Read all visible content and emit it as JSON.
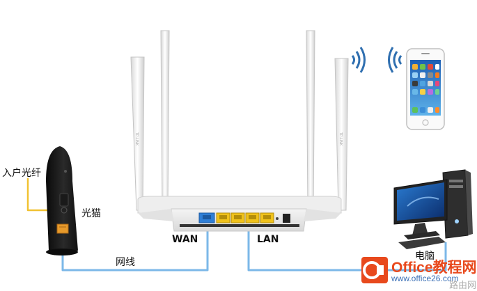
{
  "labels": {
    "fiber_in": "入户光纤",
    "modem": "光猫",
    "cable": "网线",
    "wan": "WAN",
    "lan": "LAN",
    "computer": "电脑"
  },
  "watermark": {
    "title": "Office教程网",
    "url": "www.office26.com",
    "corner": "路由网"
  },
  "colors": {
    "cable": "#7cb8e8",
    "fiber": "#f1c232",
    "wan_port": "#2f7fd6",
    "lan_port": "#f0c21b",
    "watermark": "#e8491d"
  }
}
